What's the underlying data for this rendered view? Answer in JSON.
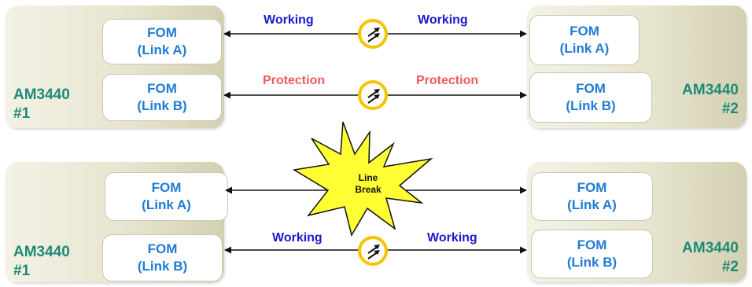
{
  "diagram": {
    "top": {
      "left_device": {
        "name_line1": "AM3440",
        "name_line2": "#1",
        "fom_a": {
          "line1": "FOM",
          "line2": "(Link A)"
        },
        "fom_b": {
          "line1": "FOM",
          "line2": "(Link B)"
        }
      },
      "right_device": {
        "name_line1": "AM3440",
        "name_line2": "#2",
        "fom_a": {
          "line1": "FOM",
          "line2": "(Link A)"
        },
        "fom_b": {
          "line1": "FOM",
          "line2": "(Link B)"
        }
      },
      "link_a_labels": {
        "left": "Working",
        "right": "Working"
      },
      "link_b_labels": {
        "left": "Protection",
        "right": "Protection"
      }
    },
    "bottom": {
      "left_device": {
        "name_line1": "AM3440",
        "name_line2": "#1",
        "fom_a": {
          "line1": "FOM",
          "line2": "(Link A)"
        },
        "fom_b": {
          "line1": "FOM",
          "line2": "(Link B)"
        }
      },
      "right_device": {
        "name_line1": "AM3440",
        "name_line2": "#2",
        "fom_a": {
          "line1": "FOM",
          "line2": "(Link A)"
        },
        "fom_b": {
          "line1": "FOM",
          "line2": "(Link B)"
        }
      },
      "line_break": {
        "line1": "Line",
        "line2": "Break"
      },
      "link_b_labels": {
        "left": "Working",
        "right": "Working"
      }
    }
  },
  "colors": {
    "fom_text": "#1f7bd6",
    "device_name": "#1f8a78",
    "working": "#1a1acc",
    "protection": "#ef5b5b",
    "optical_ring": "#f5c400",
    "burst_fill": "#ffff33"
  },
  "icons": [
    "optical-signal-icon",
    "line-break-burst-icon",
    "bidirectional-arrow"
  ]
}
